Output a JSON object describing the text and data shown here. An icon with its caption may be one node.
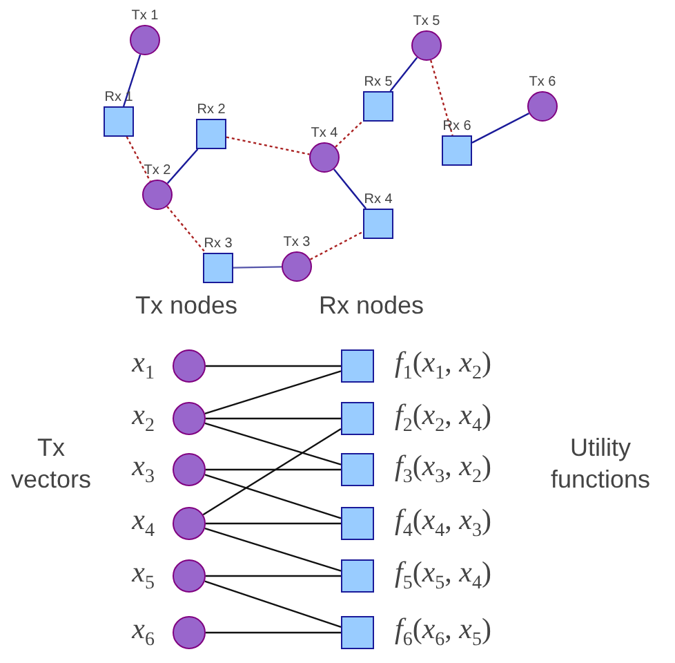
{
  "diagram": {
    "nodes": [
      {
        "text": [
          "Tx 1"
        ]
      },
      {
        "text": [
          "Tx 2"
        ]
      },
      {
        "text": [
          "Tx 3"
        ]
      },
      {
        "text": [
          "Tx 4"
        ]
      },
      {
        "text": [
          "Tx 5"
        ]
      },
      {
        "text": [
          "Tx 6"
        ]
      },
      {
        "text": [
          "Rx 1"
        ]
      },
      {
        "text": [
          "Rx 2"
        ]
      },
      {
        "text": [
          "Rx 3"
        ]
      },
      {
        "text": [
          "Rx 4"
        ]
      },
      {
        "text": [
          "Rx 5"
        ]
      },
      {
        "text": [
          "Rx 6"
        ]
      },
      {
        "text": [
          "*x*$_{1}$"
        ]
      },
      {
        "text": [
          "*x*$_{2}$"
        ]
      },
      {
        "text": [
          "*x*$_{3}$"
        ]
      },
      {
        "text": [
          "*x*$_{4}$"
        ]
      },
      {
        "text": [
          "*x*$_{5}$"
        ]
      },
      {
        "text": [
          "*x*$_{6}$"
        ]
      },
      {
        "text": [
          "*f*$_{1}$(*x*$_{1}$, *x*$_{2}$)"
        ]
      },
      {
        "text": [
          "*f*$_{2}$(*x*$_{2}$, *x*$_{4}$)"
        ]
      },
      {
        "text": [
          "*f*$_{3}$(*x*$_{3}$, *x*$_{2}$)"
        ]
      },
      {
        "text": [
          "*f*$_{4}$(*x*$_{4}$, *x*$_{3}$)"
        ]
      },
      {
        "text": [
          "*f*$_{5}$(*x*$_{5}$, *x*$_{4}$)"
        ]
      },
      {
        "text": [
          "*f*$_{6}$(*x*$_{6}$, *x*$_{5}$)"
        ]
      }
    ],
    "edges": [
      {
        "from": 0,
        "to": 6,
        "arrow": "none",
        "color": "#1a1a99"
      },
      {
        "from": 1,
        "to": 7,
        "arrow": "none",
        "color": "#1a1a99"
      },
      {
        "from": 8,
        "to": 2,
        "arrow": "none",
        "color": "#5555aa"
      },
      {
        "from": 3,
        "to": 9,
        "arrow": "none",
        "color": "#1a1a99"
      },
      {
        "from": 10,
        "to": 4,
        "arrow": "none",
        "color": "#1a1a99"
      },
      {
        "from": 11,
        "to": 5,
        "arrow": "none",
        "color": "#1a1a99"
      },
      {
        "from": 6,
        "to": 1,
        "arrow": "none",
        "style": "dashed",
        "color": "#aa2222"
      },
      {
        "from": 1,
        "to": 8,
        "arrow": "none",
        "style": "dashed",
        "color": "#aa2222"
      },
      {
        "from": 7,
        "to": 3,
        "arrow": "none",
        "style": "dashed",
        "color": "#aa2222"
      },
      {
        "from": 2,
        "to": 9,
        "arrow": "none",
        "style": "dashed",
        "color": "#aa2222"
      },
      {
        "from": 3,
        "to": 10,
        "arrow": "none",
        "style": "dashed",
        "color": "#aa2222"
      },
      {
        "from": 4,
        "to": 11,
        "arrow": "none",
        "style": "dashed",
        "color": "#aa2222"
      },
      {
        "from": 12,
        "to": 18,
        "arrow": "none"
      },
      {
        "from": 13,
        "to": 18,
        "arrow": "none"
      },
      {
        "from": 13,
        "to": 19,
        "arrow": "none"
      },
      {
        "from": 13,
        "to": 20,
        "arrow": "none"
      },
      {
        "from": 14,
        "to": 20,
        "arrow": "none"
      },
      {
        "from": 14,
        "to": 21,
        "arrow": "none"
      },
      {
        "from": 15,
        "to": 19,
        "arrow": "none"
      },
      {
        "from": 15,
        "to": 21,
        "arrow": "none"
      },
      {
        "from": 15,
        "to": 22,
        "arrow": "none"
      },
      {
        "from": 16,
        "to": 22,
        "arrow": "none"
      },
      {
        "from": 16,
        "to": 23,
        "arrow": "none"
      },
      {
        "from": 17,
        "to": 23,
        "arrow": "none"
      }
    ],
    "labels": [
      "Tx nodes",
      "Rx nodes",
      "Tx vectors",
      "Utility functions"
    ]
  }
}
